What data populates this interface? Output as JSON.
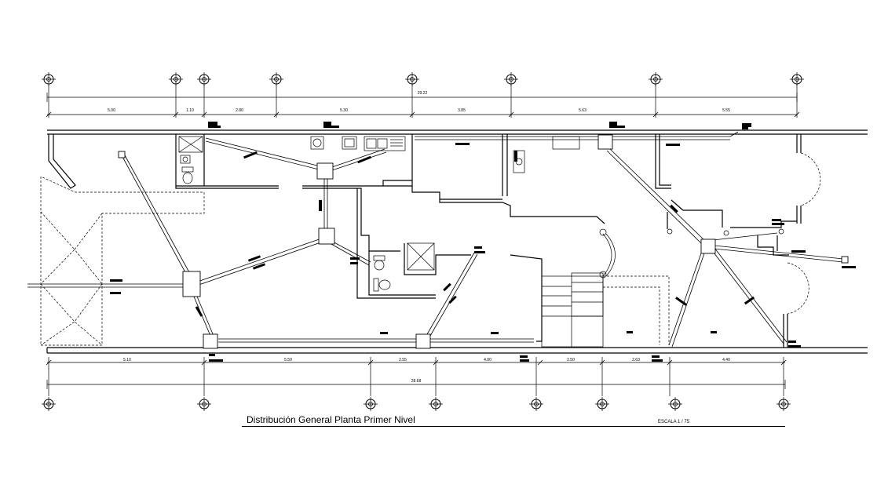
{
  "title": "Distribución General Planta Primer Nivel",
  "scale": "ESCALA 1 / 75",
  "dimensions": {
    "top_total": "29.22",
    "top": [
      "5.00",
      "1.10",
      "2.80",
      "5.30",
      "3.85",
      "5.63",
      "5.55"
    ],
    "bottom": [
      "5.10",
      "5.50",
      "2.55",
      "4.00",
      "2.50",
      "2.63",
      "4.40"
    ],
    "bottom_total": "28.68"
  },
  "icons": {
    "axis_marker": "axis-marker-icon",
    "junction_box": "junction-box-icon",
    "toilet": "toilet-icon",
    "shower": "shower-icon",
    "sink": "sink-icon",
    "stove": "stove-icon"
  }
}
